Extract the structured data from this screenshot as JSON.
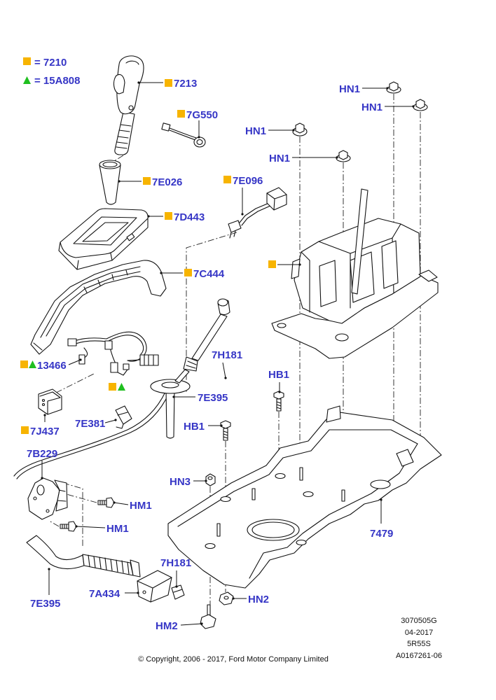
{
  "colors": {
    "callout_text": "#3636c6",
    "square_marker": "#f7b400",
    "triangle_marker": "#1fbf1f",
    "line_art": "#111111"
  },
  "legend": [
    {
      "symbol": "square",
      "text": "= 7210"
    },
    {
      "symbol": "triangle",
      "text": "= 15A808"
    }
  ],
  "callouts": [
    {
      "text": "7213",
      "markers": [
        "square"
      ]
    },
    {
      "text": "7G550",
      "markers": [
        "square"
      ]
    },
    {
      "text": "7E026",
      "markers": [
        "square"
      ]
    },
    {
      "text": "7D443",
      "markers": [
        "square"
      ]
    },
    {
      "text": "7E096",
      "markers": [
        "square"
      ]
    },
    {
      "text": "7C444",
      "markers": [
        "square"
      ]
    },
    {
      "text": "HN1",
      "markers": []
    },
    {
      "text": "HN1",
      "markers": []
    },
    {
      "text": "HN1",
      "markers": []
    },
    {
      "text": "HN1",
      "markers": []
    },
    {
      "text": "13466",
      "markers": [
        "square",
        "triangle"
      ]
    },
    {
      "text": "7H181",
      "markers": []
    },
    {
      "text": "HB1",
      "markers": []
    },
    {
      "text": "7E395",
      "markers": []
    },
    {
      "text": "7J437",
      "markers": [
        "square"
      ]
    },
    {
      "text": "7E381",
      "markers": []
    },
    {
      "text": "HB1",
      "markers": []
    },
    {
      "text": "7B229",
      "markers": []
    },
    {
      "text": "HN3",
      "markers": []
    },
    {
      "text": "HM1",
      "markers": []
    },
    {
      "text": "HM1",
      "markers": []
    },
    {
      "text": "7479",
      "markers": []
    },
    {
      "text": "7E395",
      "markers": []
    },
    {
      "text": "7H181",
      "markers": []
    },
    {
      "text": "7A434",
      "markers": []
    },
    {
      "text": "HN2",
      "markers": []
    },
    {
      "text": "HM2",
      "markers": []
    }
  ],
  "unlabeled_markers": [
    [
      "square"
    ],
    [
      "square",
      "triangle"
    ]
  ],
  "drawing_info": [
    "3070505G",
    "04-2017",
    "5R55S",
    "A0167261-06"
  ],
  "copyright": "© Copyright, 2006 - 2017, Ford Motor Company Limited"
}
